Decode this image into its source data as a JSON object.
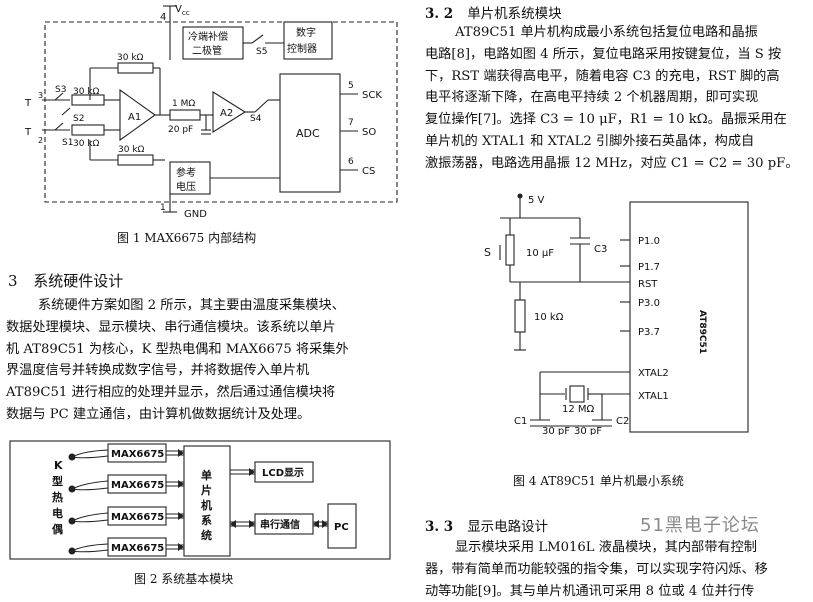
{
  "figure1": {
    "caption": "图 1    MAX6675 内部结构",
    "vcc": "V",
    "vcc_sub": "cc",
    "pin_vcc": "4",
    "pin_gnd": "1",
    "gnd": "GND",
    "comp_box": [
      "冷端补偿",
      "二极管"
    ],
    "s5": "S5",
    "ctrl_box": [
      "数字",
      "控制器"
    ],
    "adc": "ADC",
    "sck": "SCK",
    "so": "SO",
    "cs": "CS",
    "pin_sck": "5",
    "pin_so": "7",
    "pin_cs": "6",
    "r1": "30 kΩ",
    "r2": "30 kΩ",
    "r3": "30 kΩ",
    "r4": "30 kΩ",
    "r_1m": "1 MΩ",
    "c20": "20 pF",
    "a1": "A1",
    "a2": "A2",
    "s1": "S1",
    "s2": "S2",
    "s3": "S3",
    "s4": "S4",
    "tplus": "T",
    "tminus": "T",
    "pin3": "3",
    "pin2": "2",
    "ref_box": [
      "参考",
      "电压"
    ]
  },
  "section3": {
    "num": "3",
    "title": "系统硬件设计",
    "lines": [
      "系统硬件方案如图 2 所示，其主要由温度采集模块、",
      "数据处理模块、显示模块、串行通信模块。该系统以单片",
      "机 AT89C51 为核心，K 型热电偶和 MAX6675 将采集外",
      "界温度信号并转换成数字信号，并将数据传入单片机",
      "AT89C51 进行相应的处理并显示，然后通过通信模块将",
      "数据与 PC 建立通信，由计算机做数据统计及处理。"
    ]
  },
  "figure2": {
    "caption": "图 2    系统基本模块",
    "thermo": [
      "K",
      "型",
      "热",
      "电",
      "偶"
    ],
    "max": [
      "MAX6675",
      "MAX6675",
      "MAX6675",
      "MAX6675"
    ],
    "mcu": [
      "单",
      "片",
      "机",
      "系",
      "统"
    ],
    "lcd": "LCD显示",
    "serial": "串行通信",
    "pc": "PC"
  },
  "section32": {
    "num": "3. 2",
    "title": "单片机系统模块",
    "lines": [
      "AT89C51 单片机构成最小系统包括复位电路和晶振",
      "电路[8]，电路如图 4 所示，复位电路采用按键复位，当 S 按",
      "下，RST 端获得高电平，随着电容 C3 的充电，RST 脚的高",
      "电平将逐渐下降，在高电平持续 2 个机器周期，即可实现",
      "复位操作[7]。选择 C3 = 10 μF，R1 = 10 kΩ。晶振采用在",
      "单片机的 XTAL1 和 XTAL2 引脚外接石英晶体，构成自",
      "激振荡器，电路选用晶振 12 MHz，对应 C1 = C2 = 30 pF。"
    ]
  },
  "figure4": {
    "caption": "图 4    AT89C51 单片机最小系统",
    "v5": "5 V",
    "s": "S",
    "c10": "10 μF",
    "c3": "C3",
    "r10k": "10 kΩ",
    "pins": [
      "P1.0",
      "P1.7",
      "RST",
      "P3.0",
      "P3.7",
      "XTAL2",
      "XTAL1"
    ],
    "chip": "AT89C51",
    "xtal": "12 MΩ",
    "c1": "C1",
    "c2": "C2",
    "p30a": "30 pF",
    "p30b": "30 pF"
  },
  "section33": {
    "num": "3. 3",
    "title": "显示电路设计",
    "lines": [
      "显示模块采用 LM016L 液晶模块，其内部带有控制",
      "器，带有简单而功能较强的指令集，可以实现字符闪烁、移",
      "动等功能[9]。其与单片机通讯可采用 8 位或 4 位并行传"
    ]
  },
  "watermark": "51黑电子论坛"
}
